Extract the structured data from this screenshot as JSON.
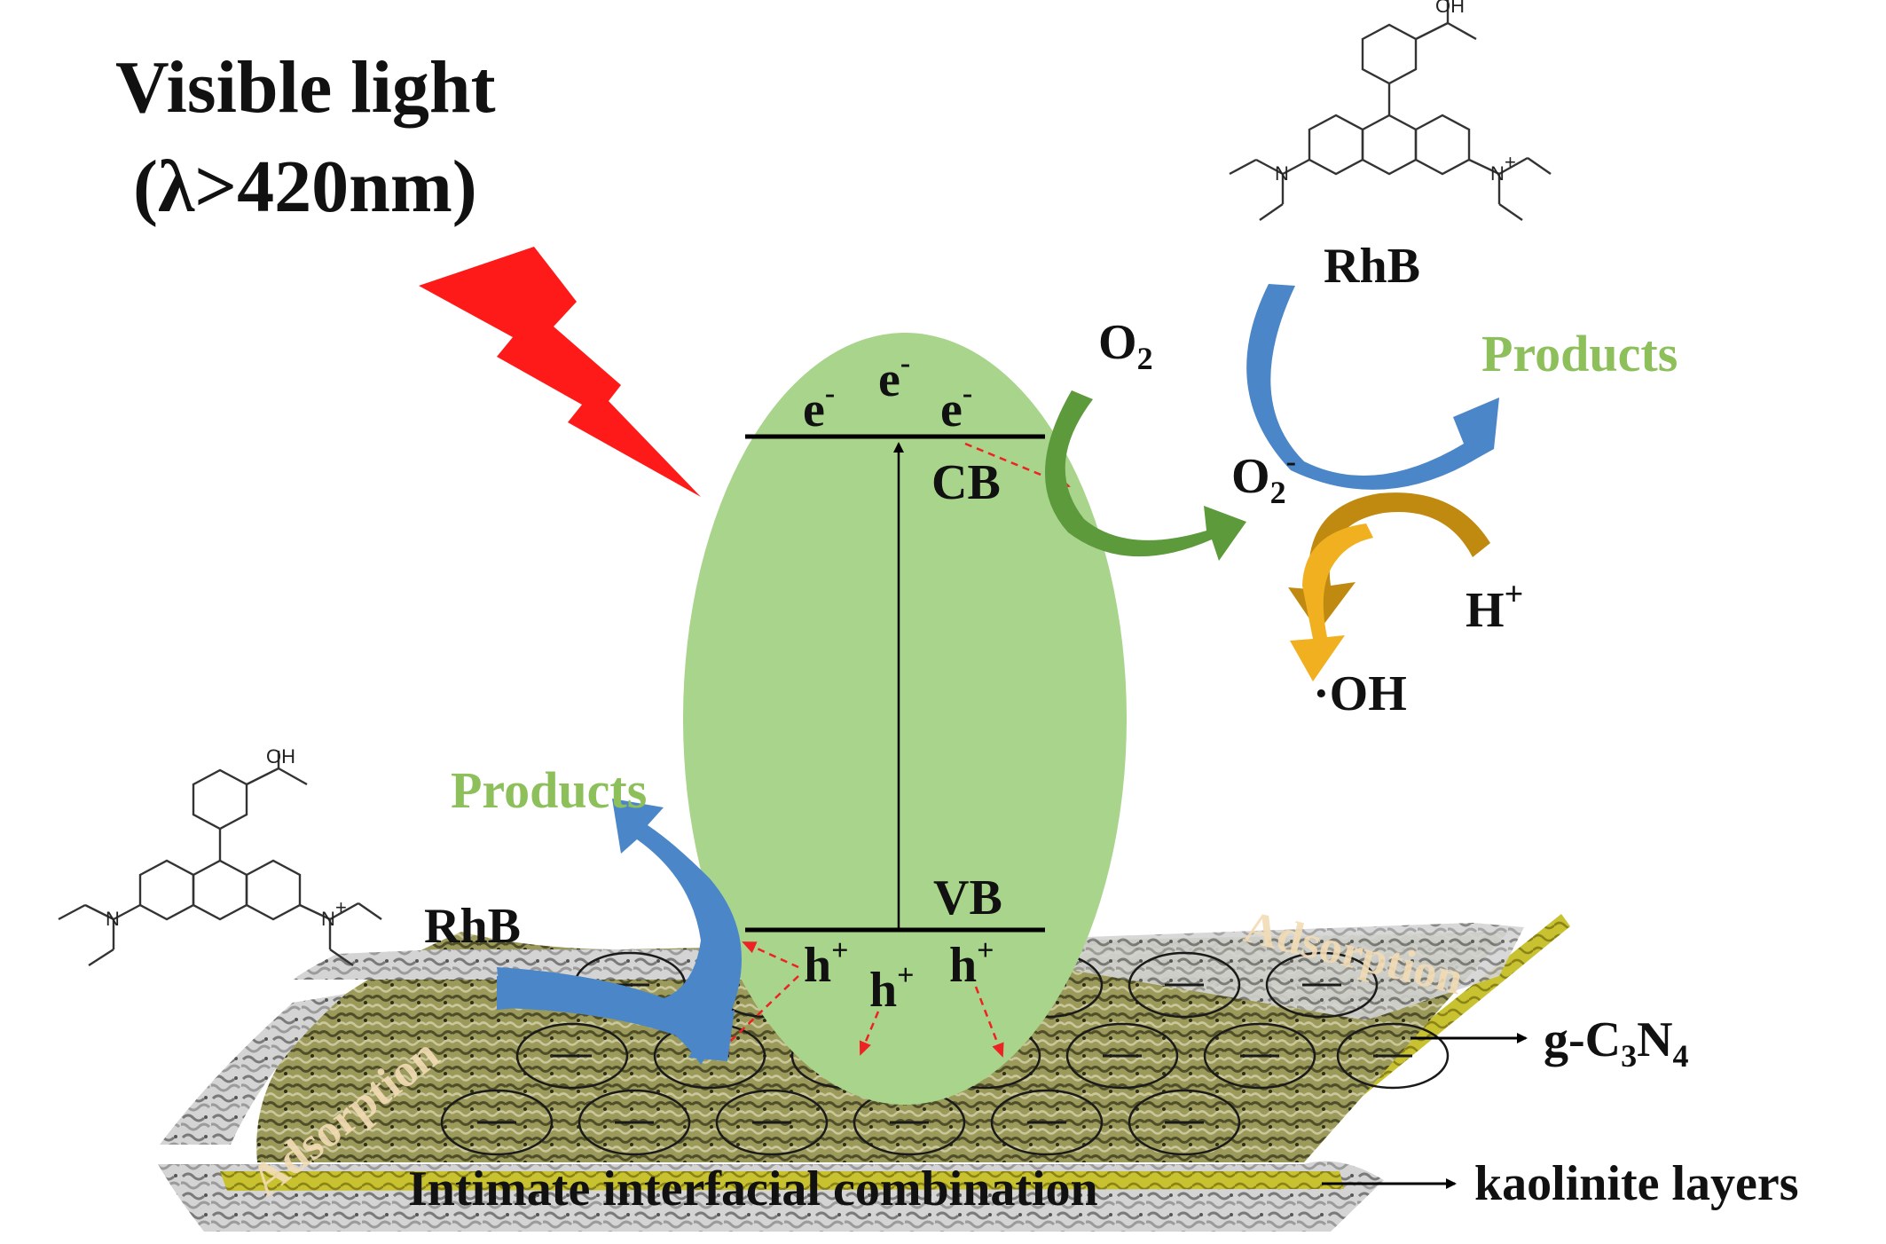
{
  "light": {
    "line1": "Visible light",
    "line2": "(λ>420nm)"
  },
  "bands": {
    "cb": "CB",
    "vb": "VB"
  },
  "carriers": {
    "electron_base": "e",
    "electron_sup": "-",
    "hole_base": "h",
    "hole_sup": "+"
  },
  "reactions": {
    "o2_base": "O",
    "o2_sub": "2",
    "superoxide_base": "O",
    "superoxide_sub": "2",
    "superoxide_sup": "-",
    "proton_base": "H",
    "proton_sup": "+",
    "hydroxyl": "·OH"
  },
  "molecules": {
    "top_label": "RhB",
    "bottom_label": "RhB",
    "acid_label": "OH",
    "n_label": "N",
    "n_plus_label": "N",
    "n_plus_sup": "+"
  },
  "products": {
    "top": "Products",
    "bottom": "Products"
  },
  "substrate": {
    "adsorption_left": "Adsorption",
    "adsorption_right": "Adsorption",
    "interface": "Intimate interfacial combination"
  },
  "legend": {
    "gcn_prefix": "g-C",
    "gcn_sub1": "3",
    "gcn_mid": "N",
    "gcn_sub2": "4",
    "kaolinite": "kaolinite layers"
  },
  "colors": {
    "bolt": "#ff1a1a",
    "particle": "#a8d48c",
    "products": "#8dbf5b",
    "blue_arrow": "#4a86c8",
    "green_arrow": "#5c9a3c",
    "orange_arrow": "#f0a818",
    "kaolinite": "#c9c9c9",
    "gcn": "#8a8a44"
  }
}
